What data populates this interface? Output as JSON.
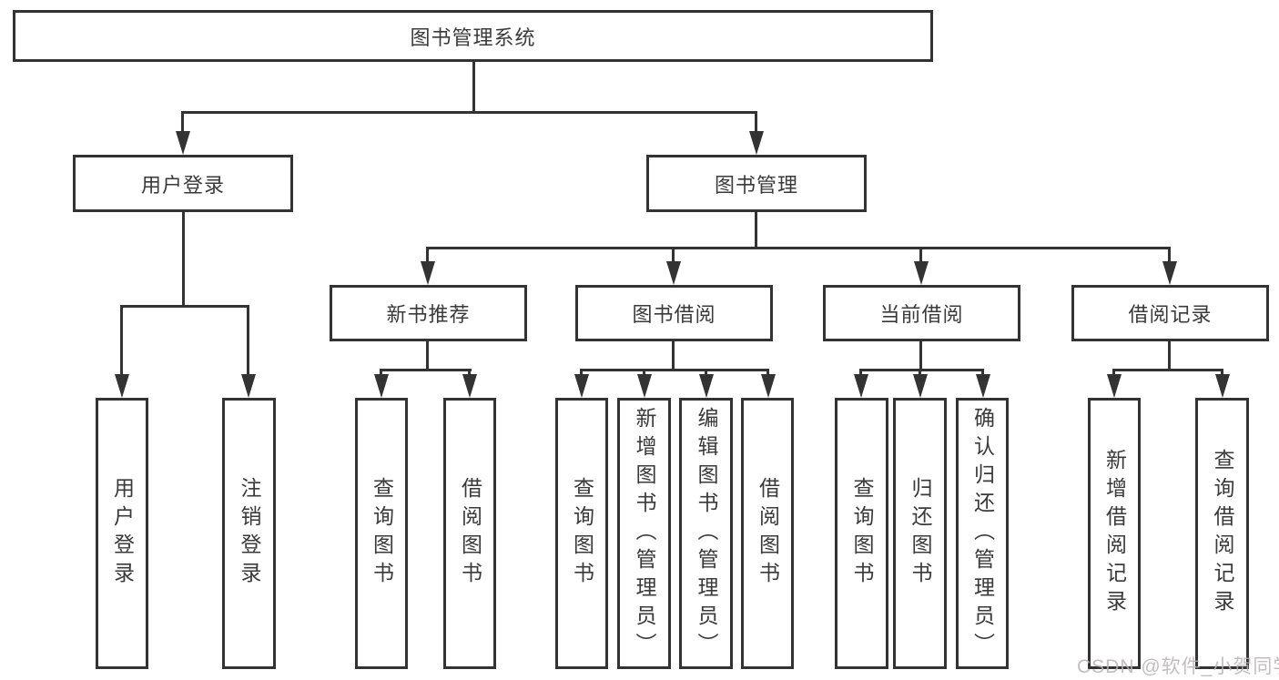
{
  "diagram_title": "图书管理系统",
  "tree": {
    "label": "图书管理系统",
    "children": [
      {
        "label": "用户登录",
        "children": [
          {
            "label": "用户登录"
          },
          {
            "label": "注销登录"
          }
        ]
      },
      {
        "label": "图书管理",
        "children": [
          {
            "label": "新书推荐",
            "children": [
              {
                "label": "查询图书"
              },
              {
                "label": "借阅图书"
              }
            ]
          },
          {
            "label": "图书借阅",
            "children": [
              {
                "label": "查询图书"
              },
              {
                "label": "新增图书（管理员）"
              },
              {
                "label": "编辑图书（管理员）"
              },
              {
                "label": "借阅图书"
              }
            ]
          },
          {
            "label": "当前借阅",
            "children": [
              {
                "label": "查询图书"
              },
              {
                "label": "归还图书"
              },
              {
                "label": "确认归还（管理员）"
              }
            ]
          },
          {
            "label": "借阅记录",
            "children": [
              {
                "label": "新增借阅记录"
              },
              {
                "label": "查询借阅记录"
              }
            ]
          }
        ]
      }
    ]
  },
  "watermark": {
    "text": "CSDN @软件_小贺同学"
  },
  "colors": {
    "line": "#333333",
    "text": "#3a3a3a",
    "background": "#ffffff",
    "watermark": "#bab2b5"
  }
}
